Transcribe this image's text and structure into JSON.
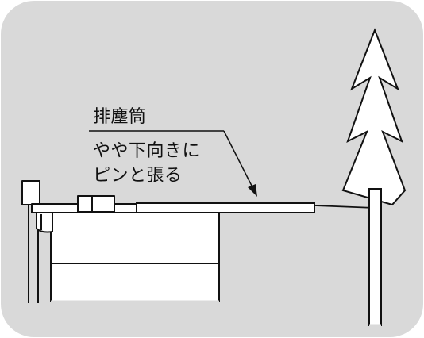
{
  "colors": {
    "panel_background": "#d9d9d9",
    "outline": "#111111",
    "fill_white": "#ffffff"
  },
  "labels": {
    "part_name": "排塵筒",
    "note_line_1": "やや下向きに",
    "note_line_2": "ピンと張る"
  },
  "icons": {
    "tree": "tree-icon",
    "machine": "machine-icon",
    "exhaust_pipe": "exhaust-pipe-icon",
    "pointer_arrow": "arrow-icon"
  }
}
